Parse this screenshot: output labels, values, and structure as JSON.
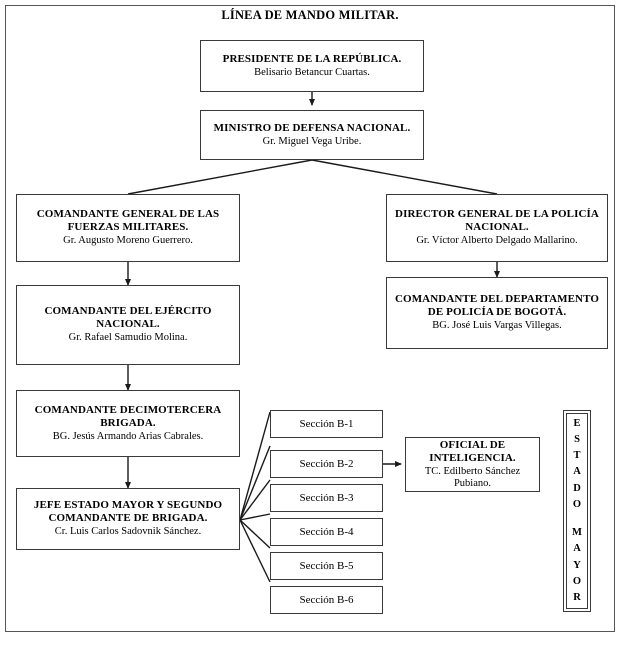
{
  "title": "LÍNEA DE MANDO MILITAR.",
  "nodes": {
    "presidente": {
      "role": "PRESIDENTE DE LA REPÚBLICA.",
      "person": "Belisario Betancur Cuartas."
    },
    "ministro": {
      "role": "MINISTRO DE DEFENSA NACIONAL.",
      "person": "Gr. Miguel Vega Uribe."
    },
    "comandante_ffmm": {
      "role": "COMANDANTE GENERAL DE LAS FUERZAS MILITARES.",
      "person": "Gr. Augusto Moreno Guerrero."
    },
    "director_policia": {
      "role": "DIRECTOR GENERAL DE LA POLICÍA NACIONAL.",
      "person": "Gr. Víctor Alberto Delgado Mallarino."
    },
    "comandante_ejercito": {
      "role": "COMANDANTE DEL EJÉRCITO NACIONAL.",
      "person": "Gr. Rafael Samudio Molina."
    },
    "comandante_depto_policia": {
      "role": "COMANDANTE DEL DEPARTAMENTO DE POLICÍA DE BOGOTÁ.",
      "person": "BG. José Luis Vargas Villegas."
    },
    "brigada": {
      "role": "COMANDANTE DECIMOTERCERA BRIGADA.",
      "person": "BG. Jesús Armando Arias Cabrales."
    },
    "jefe_estado_mayor": {
      "role": "JEFE ESTADO MAYOR Y SEGUNDO COMANDANTE DE BRIGADA.",
      "person": "Cr. Luis Carlos Sadovnik Sánchez."
    },
    "oficial_inteligencia": {
      "role": "OFICIAL DE INTELIGENCIA.",
      "person": "TC. Edilberto Sánchez Pubiano."
    }
  },
  "sections": [
    {
      "label": "Sección B-1"
    },
    {
      "label": "Sección B-2"
    },
    {
      "label": "Sección B-3"
    },
    {
      "label": "Sección B-4"
    },
    {
      "label": "Sección B-5"
    },
    {
      "label": "Sección B-6"
    }
  ],
  "estado_mayor": {
    "word1": [
      "E",
      "S",
      "T",
      "A",
      "D",
      "O"
    ],
    "word2": [
      "M",
      "A",
      "Y",
      "O",
      "R"
    ]
  },
  "colors": {
    "line": "#3a3a3a",
    "frame": "#555555",
    "text": "#000000",
    "background": "#ffffff"
  }
}
